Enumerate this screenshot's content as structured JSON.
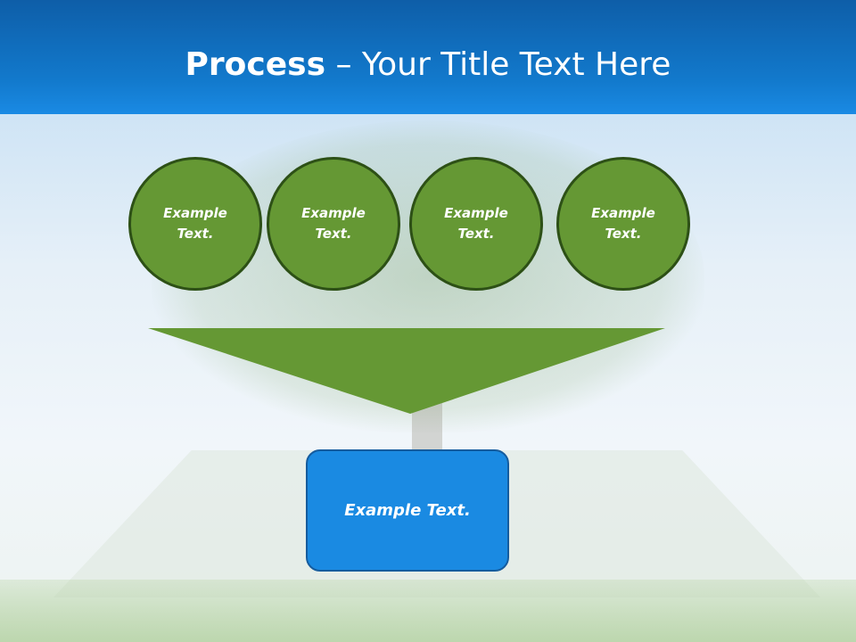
{
  "title": {
    "bold": "Process",
    "rest": " – Your Title Text Here"
  },
  "circles": [
    {
      "line1": "Example",
      "line2": "Text."
    },
    {
      "line1": "Example",
      "line2": "Text."
    },
    {
      "line1": "Example",
      "line2": "Text."
    },
    {
      "line1": "Example",
      "line2": "Text."
    }
  ],
  "result_box": {
    "label": "Example Text."
  },
  "colors": {
    "green": "#659834",
    "green_border": "#2d5016",
    "blue": "#1a8ae2",
    "header": "#0e5ea8"
  }
}
